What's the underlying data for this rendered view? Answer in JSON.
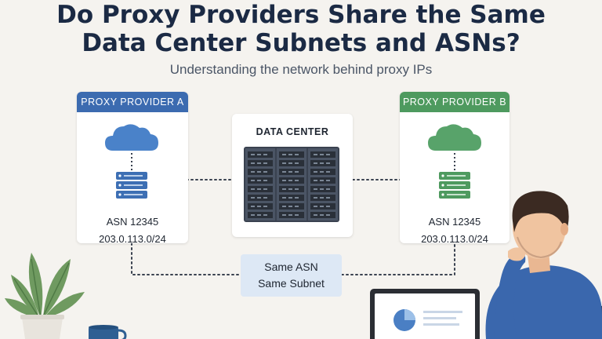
{
  "header": {
    "title_line1": "Do Proxy Providers Share the Same",
    "title_line2": "Data Center Subnets and ASNs?",
    "subtitle": "Understanding the network behind proxy IPs"
  },
  "provider_a": {
    "label": "PROXY PROVIDER A",
    "asn": "ASN 12345",
    "subnet": "203.0.113.0/24",
    "color": "#3c6bb0"
  },
  "provider_b": {
    "label": "PROXY PROVIDER B",
    "asn": "ASN 12345",
    "subnet": "203.0.113.0/24",
    "color": "#4e9a5f"
  },
  "data_center": {
    "label": "DATA CENTER"
  },
  "shared": {
    "line1": "Same ASN",
    "line2": "Same Subnet"
  },
  "icons": {
    "cloud": "cloud-icon",
    "server": "server-rack-icon",
    "plant": "plant-icon",
    "mug": "mug-icon",
    "person": "person-icon",
    "laptop": "laptop-icon"
  }
}
